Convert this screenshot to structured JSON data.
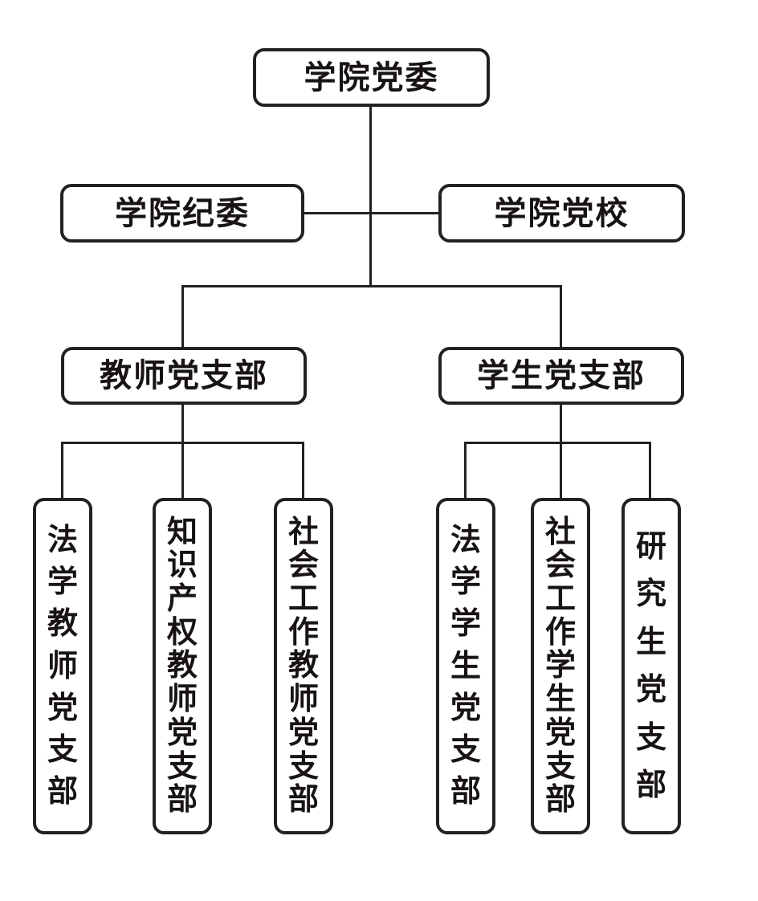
{
  "org_chart": {
    "colors": {
      "line": "#242021",
      "box_border": "#242021",
      "box_fill": "#ffffff",
      "text": "#181314",
      "background": "#ffffff"
    },
    "root": {
      "label": "学院党委"
    },
    "side_nodes": [
      {
        "label": "学院纪委"
      },
      {
        "label": "学院党校"
      }
    ],
    "branches": [
      {
        "label": "教师党支部",
        "children": [
          {
            "label": "法学教师党支部"
          },
          {
            "label": "知识产权教师党支部"
          },
          {
            "label": "社会工作教师党支部"
          }
        ]
      },
      {
        "label": "学生党支部",
        "children": [
          {
            "label": "法学学生党支部"
          },
          {
            "label": "社会工作学生党支部"
          },
          {
            "label": "研究生党支部"
          }
        ]
      }
    ]
  }
}
